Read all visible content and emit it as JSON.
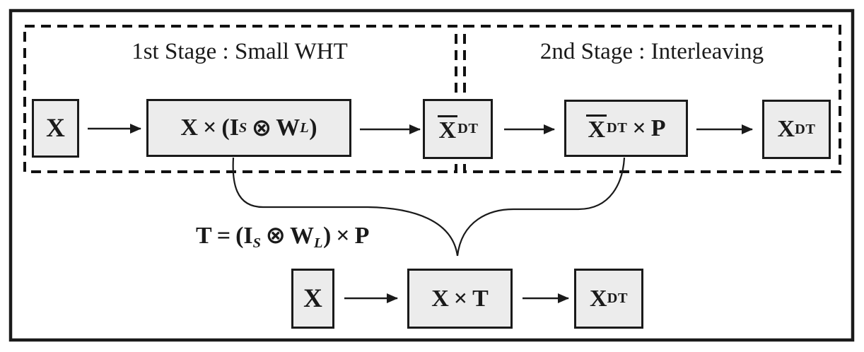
{
  "colors": {
    "background": "#ffffff",
    "line": "#1a1a1a",
    "box_fill": "#ececec"
  },
  "stage1": {
    "title": "1st Stage : Small WHT",
    "input": {
      "x": "X"
    },
    "transform": {
      "x": "X",
      "times": "×",
      "open": "(",
      "i": "I",
      "i_sub": "S",
      "otimes": "⊗",
      "w": "W",
      "w_sub": "L",
      "close": ")"
    },
    "output": {
      "x": "X",
      "sub": "DT"
    }
  },
  "stage2": {
    "title": "2nd Stage : Interleaving",
    "transform": {
      "x": "X",
      "x_sub": "DT",
      "times": "×",
      "p": "P"
    },
    "output": {
      "x": "X",
      "sub": "DT"
    }
  },
  "combined": {
    "formula": {
      "t": "T",
      "eq": "=",
      "open": "(",
      "i": "I",
      "i_sub": "S",
      "otimes": "⊗",
      "w": "W",
      "w_sub": "L",
      "close": ")",
      "times": "×",
      "p": "P"
    },
    "input": {
      "x": "X"
    },
    "transform": {
      "x": "X",
      "times": "×",
      "t": "T"
    },
    "output": {
      "x": "X",
      "sub": "DT"
    }
  }
}
